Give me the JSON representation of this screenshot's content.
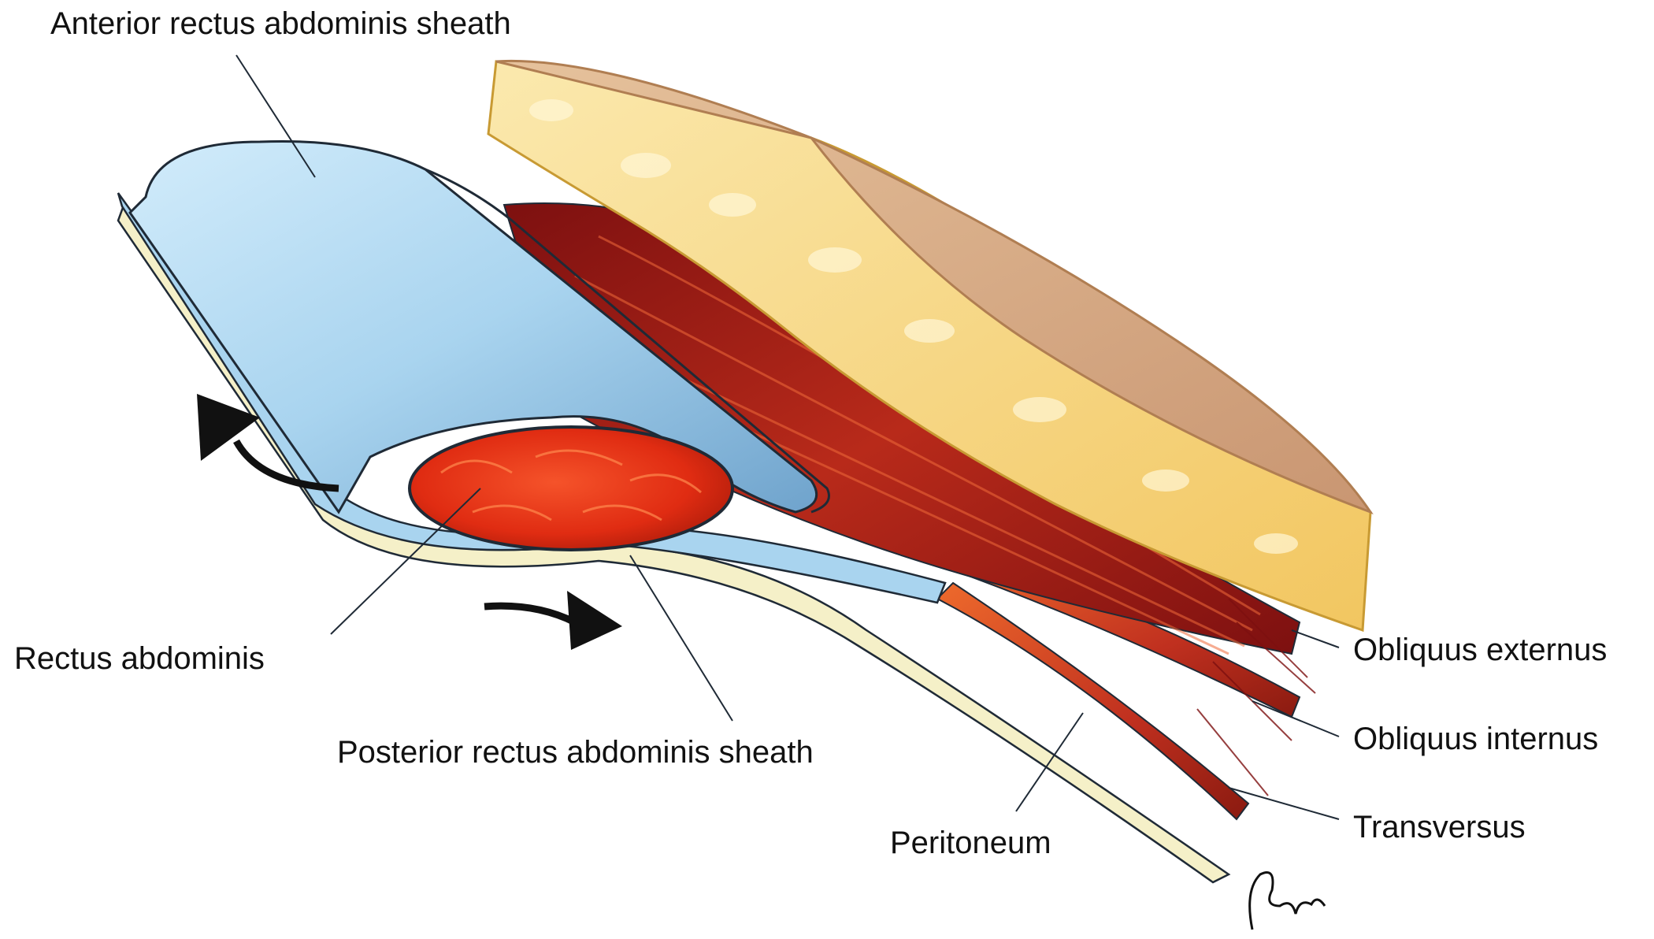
{
  "labels": {
    "anterior_sheath": "Anterior rectus abdominis sheath",
    "rectus": "Rectus abdominis",
    "posterior_sheath": "Posterior rectus abdominis sheath",
    "peritoneum": "Peritoneum",
    "obliquus_externus": "Obliquus externus",
    "obliquus_internus": "Obliquus internus",
    "transversus": "Transversus"
  },
  "signature": "Rapha",
  "colors": {
    "sheath": "#a9d4ef",
    "sheath_dark": "#6fa3cc",
    "outline": "#1f2a36",
    "muscle": "#c0301f",
    "muscle_dark": "#7d1010",
    "muscle_light": "#ee6a2c",
    "fat": "#f4cf78",
    "fat_light": "#fbe9ae",
    "skin": "#d9ad84",
    "peritoneum": "#f5f0c8",
    "arrow": "#111111"
  }
}
